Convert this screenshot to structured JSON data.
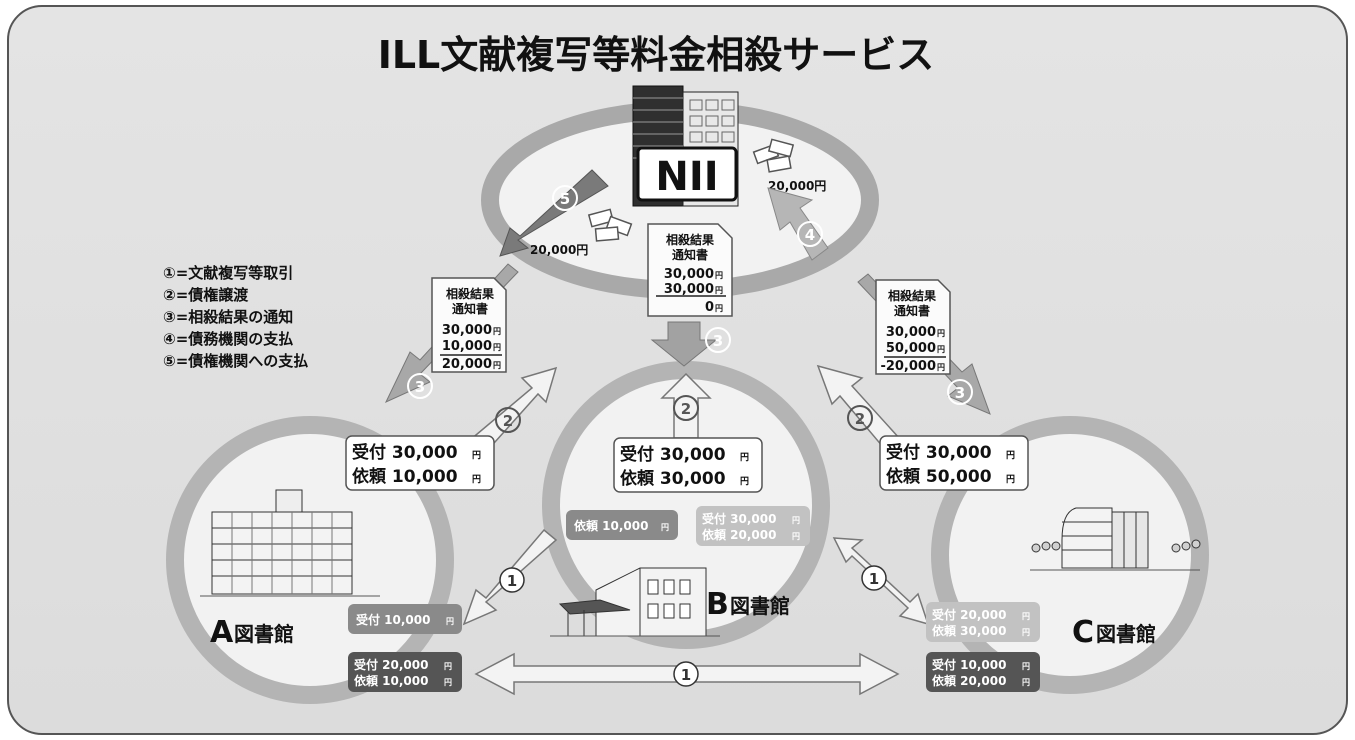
{
  "title": "ILL文献複写等料金相殺サービス",
  "nii": {
    "label": "NII",
    "amount_out": "20,000円",
    "amount_in": "20,000円"
  },
  "legend": [
    "①=文献複写等取引",
    "②=債権譲渡",
    "③=相殺結果の通知",
    "④=債務機関の支払",
    "⑤=債権機関への支払"
  ],
  "notices": {
    "center": {
      "title1": "相殺結果",
      "title2": "通知書",
      "line1": "30,000",
      "line2": "30,000",
      "result": "0",
      "unit": "円"
    },
    "left": {
      "title1": "相殺結果",
      "title2": "通知書",
      "line1": "30,000",
      "line2": "10,000",
      "result": "20,000",
      "unit": "円"
    },
    "right": {
      "title1": "相殺結果",
      "title2": "通知書",
      "line1": "30,000",
      "line2": "50,000",
      "result": "-20,000",
      "unit": "円"
    }
  },
  "libraries": {
    "a": {
      "name_letter": "A",
      "name_rest": "図書館",
      "summary": {
        "l1": "受付 30,000",
        "l2": "依頼 10,000",
        "unit": "円"
      },
      "tag_accept": {
        "l1": "受付 10,000",
        "unit": "円"
      },
      "tag_both": {
        "l1": "受付 20,000",
        "l2": "依頼 10,000",
        "unit": "円"
      }
    },
    "b": {
      "name_letter": "B",
      "name_rest": "図書館",
      "summary": {
        "l1": "受付 30,000",
        "l2": "依頼 30,000",
        "unit": "円"
      },
      "tag_request": {
        "l1": "依頼 10,000",
        "unit": "円"
      },
      "tag_both": {
        "l1": "受付 30,000",
        "l2": "依頼 20,000",
        "unit": "円"
      }
    },
    "c": {
      "name_letter": "C",
      "name_rest": "図書館",
      "summary": {
        "l1": "受付 30,000",
        "l2": "依頼 50,000",
        "unit": "円"
      },
      "tag_both1": {
        "l1": "受付 20,000",
        "l2": "依頼 30,000",
        "unit": "円"
      },
      "tag_both2": {
        "l1": "受付 10,000",
        "l2": "依頼 20,000",
        "unit": "円"
      }
    }
  },
  "steps": {
    "s1": "1",
    "s2": "2",
    "s3": "3",
    "s4": "4",
    "s5": "5"
  }
}
